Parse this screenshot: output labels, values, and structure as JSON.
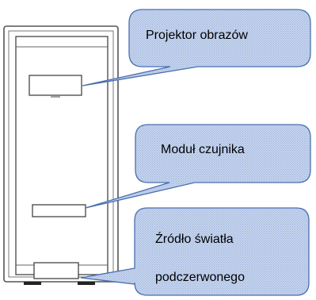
{
  "callouts": {
    "projector": {
      "label": "Projektor obrazów"
    },
    "sensor": {
      "label": "Moduł czujnika"
    },
    "ir_source": {
      "line1": "Źródło światła",
      "line2": "podczerwonego"
    }
  },
  "colors": {
    "callout_fill": "#c9d7ef",
    "callout_dots": "#9fb4dd",
    "callout_stroke": "#4a6fb0",
    "device_stroke": "#555555",
    "device_fill": "#ffffff"
  }
}
